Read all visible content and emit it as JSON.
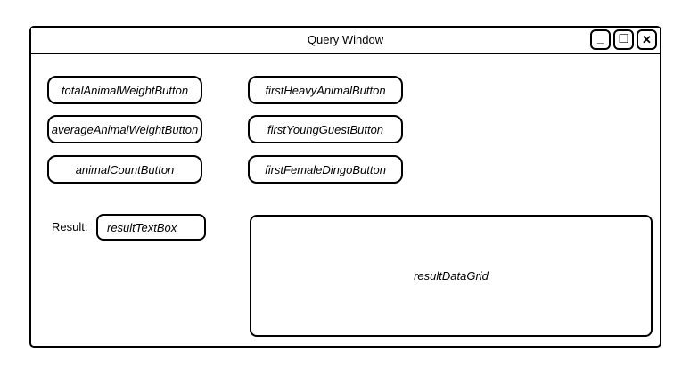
{
  "window": {
    "title": "Query Window",
    "controls": [
      {
        "name": "minimize",
        "glyph": "_"
      },
      {
        "name": "maximize",
        "glyph": "□"
      },
      {
        "name": "close",
        "glyph": "✕"
      }
    ]
  },
  "buttons": {
    "left": [
      {
        "label": "totalAnimalWeightButton"
      },
      {
        "label": "averageAnimalWeightButton"
      },
      {
        "label": "animalCountButton"
      }
    ],
    "right": [
      {
        "label": "firstHeavyAnimalButton"
      },
      {
        "label": "firstYoungGuestButton"
      },
      {
        "label": "firstFemaleDingoButton"
      }
    ]
  },
  "result": {
    "label": "Result:",
    "textbox_value": "resultTextBox"
  },
  "datagrid": {
    "label": "resultDataGrid"
  },
  "colors": {
    "stroke": "#000000",
    "background": "#ffffff"
  }
}
